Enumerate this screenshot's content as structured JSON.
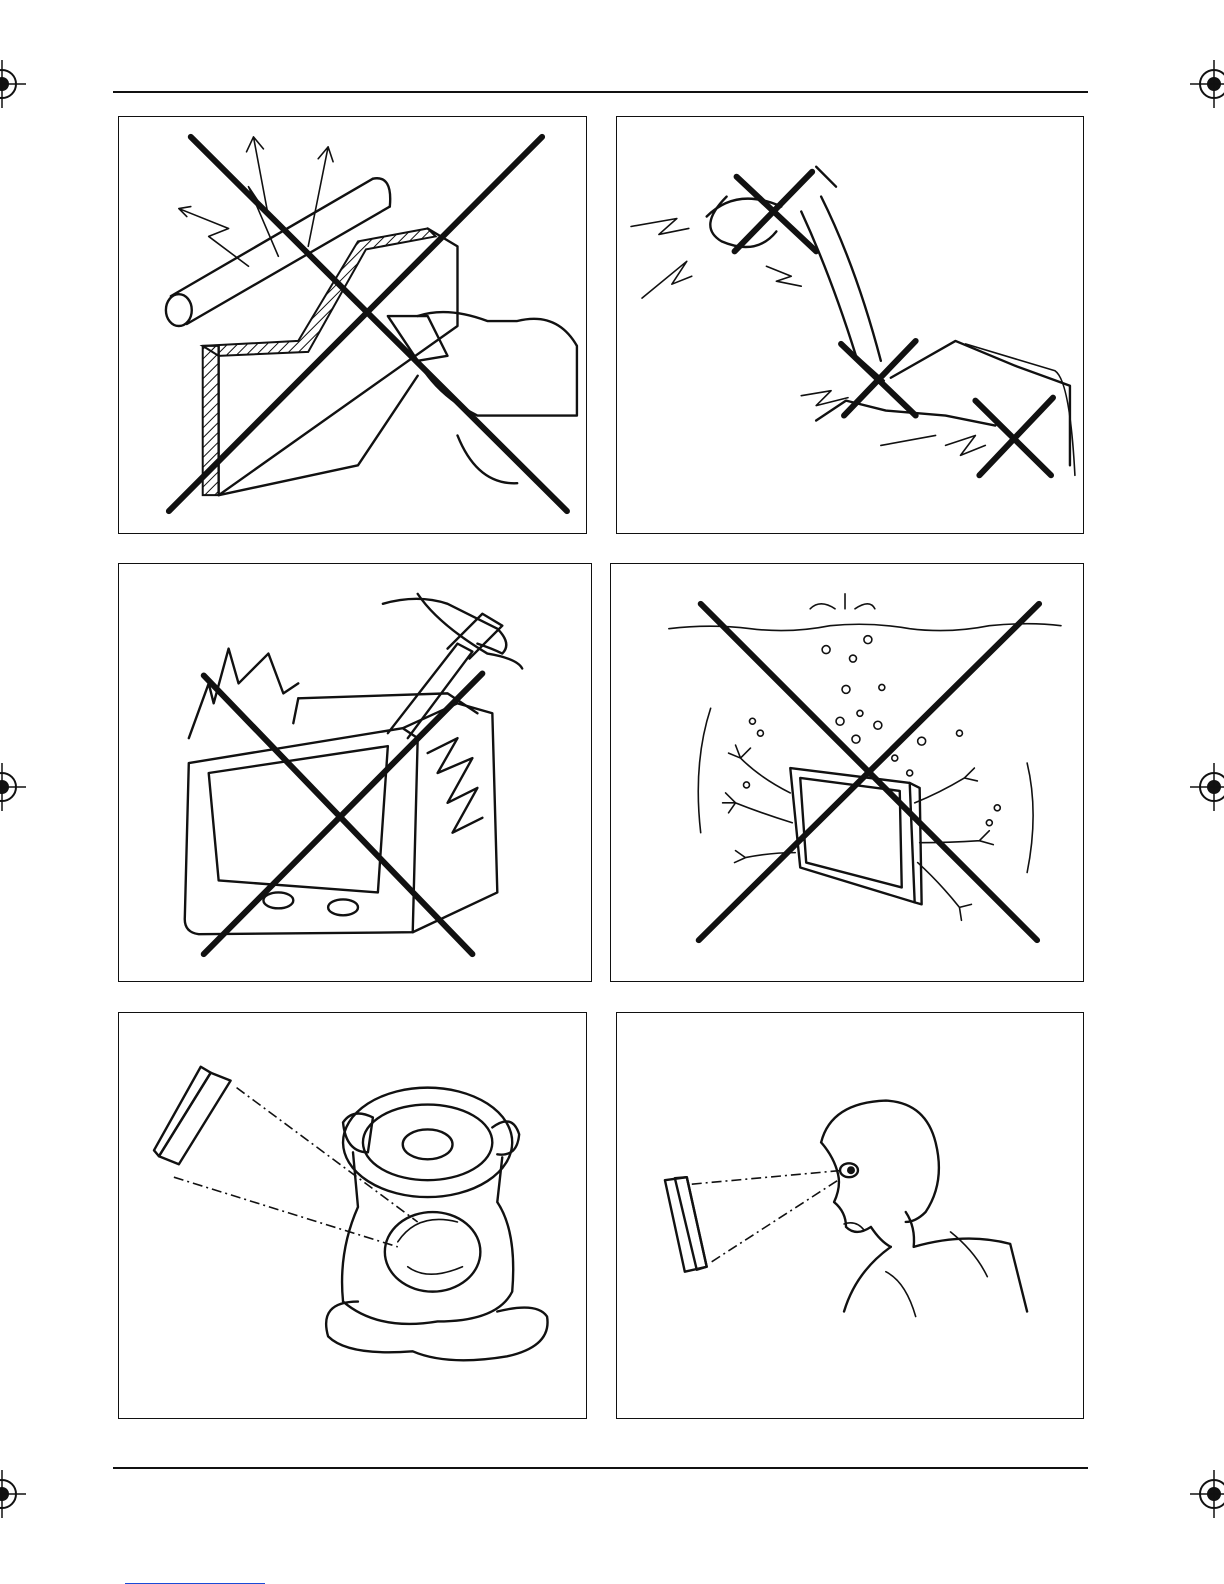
{
  "page": {
    "header_rule": "top-rule",
    "footer_rule": "bottom-rule"
  },
  "panels": [
    {
      "id": "panel-heat-tool",
      "prohibited": true,
      "icon": "soldering-iron-prohibited-icon"
    },
    {
      "id": "panel-impact",
      "prohibited": true,
      "icon": "impact-hammer-prohibited-icon"
    },
    {
      "id": "panel-screwdriver-tv",
      "prohibited": true,
      "icon": "disassembly-prohibited-icon"
    },
    {
      "id": "panel-water",
      "prohibited": true,
      "icon": "water-immersion-prohibited-icon"
    },
    {
      "id": "panel-driver",
      "prohibited": false,
      "icon": "driver-viewing-icon"
    },
    {
      "id": "panel-viewer",
      "prohibited": false,
      "icon": "viewer-eye-line-icon"
    }
  ],
  "colors": {
    "ink": "#111111",
    "paper": "#ffffff"
  }
}
